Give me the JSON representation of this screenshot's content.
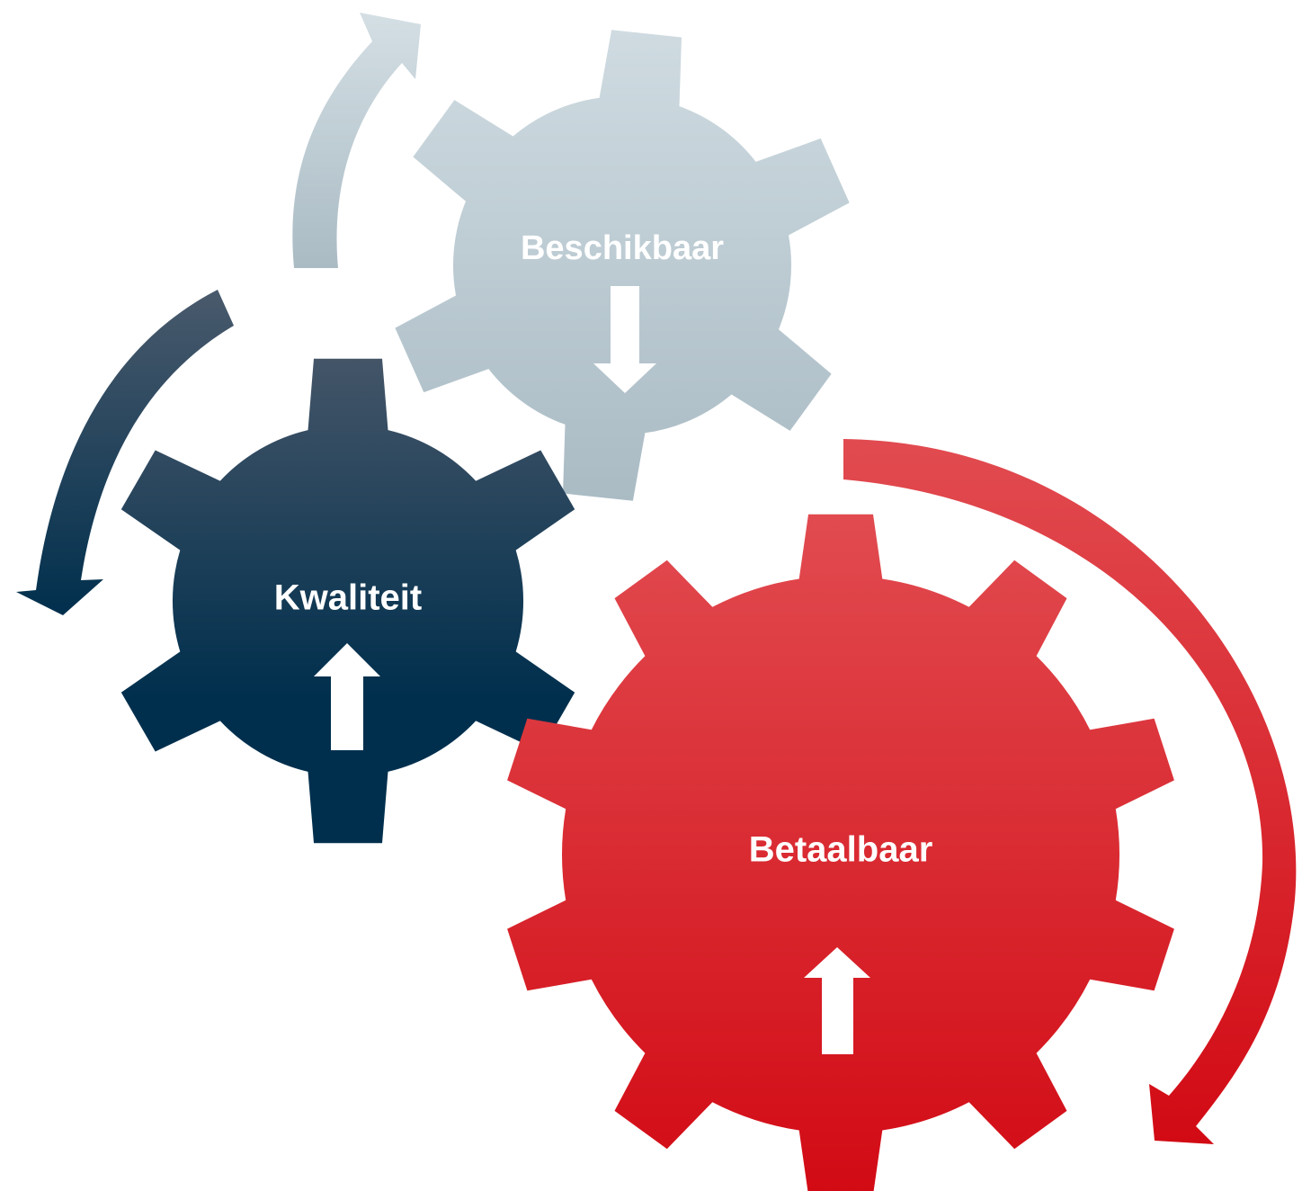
{
  "colors": {
    "background": "#ffffff",
    "beschikbaar_top": "#cfdbe1",
    "beschikbaar_bottom": "#aabbc4",
    "kwaliteit_top": "#445568",
    "kwaliteit_bottom": "#002f4d",
    "betaalbaar_top": "#e14b50",
    "betaalbaar_bottom": "#d20a14",
    "arrow_white": "#ffffff"
  },
  "gears": [
    {
      "id": "beschikbaar",
      "label": "Beschikbaar",
      "indicator": "down",
      "fill_top_key": "beschikbaar_top",
      "fill_bottom_key": "beschikbaar_bottom"
    },
    {
      "id": "kwaliteit",
      "label": "Kwaliteit",
      "indicator": "up",
      "fill_top_key": "kwaliteit_top",
      "fill_bottom_key": "kwaliteit_bottom"
    },
    {
      "id": "betaalbaar",
      "label": "Betaalbaar",
      "indicator": "up",
      "fill_top_key": "betaalbaar_top",
      "fill_bottom_key": "betaalbaar_bottom"
    }
  ],
  "rotation_arrows": [
    {
      "id": "beschikbaar",
      "direction": "clockwise"
    },
    {
      "id": "kwaliteit",
      "direction": "counter-clockwise"
    },
    {
      "id": "betaalbaar",
      "direction": "clockwise"
    }
  ]
}
